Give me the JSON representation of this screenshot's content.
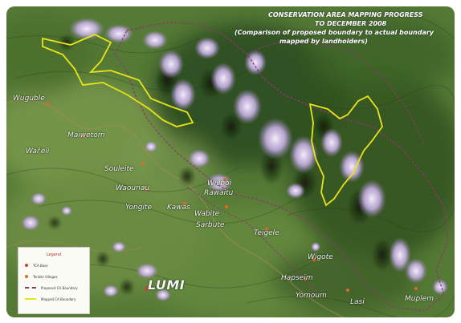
{
  "title": {
    "line1": "CONSERVATION AREA MAPPING PROGRESS",
    "line2": "TO DECEMBER 2008",
    "line3": "(Comparison of proposed boundary to actual boundary",
    "line4": "mapped by landholders)"
  },
  "places": [
    {
      "id": "wuguble",
      "name": "Wuguble"
    },
    {
      "id": "maiwetom",
      "name": "Maiwetom"
    },
    {
      "id": "waieli",
      "name": "Wai'eli"
    },
    {
      "id": "souleite",
      "name": "Souleite"
    },
    {
      "id": "waounau",
      "name": "Waounau"
    },
    {
      "id": "yongite",
      "name": "Yongite"
    },
    {
      "id": "kawas",
      "name": "Kawas"
    },
    {
      "id": "wiliboi",
      "name": "Wiliboi"
    },
    {
      "id": "rawaitu",
      "name": "Rawaitu"
    },
    {
      "id": "wabite",
      "name": "Wabite"
    },
    {
      "id": "sarbute",
      "name": "Sarbute"
    },
    {
      "id": "teigele",
      "name": "Teigele"
    },
    {
      "id": "wigote",
      "name": "Wigote"
    },
    {
      "id": "hapseim",
      "name": "Hapseim"
    },
    {
      "id": "yomoum",
      "name": "Yomoum"
    },
    {
      "id": "lasi",
      "name": "Lasi"
    },
    {
      "id": "muplem",
      "name": "Muplem"
    },
    {
      "id": "lumi",
      "name": "LUMI"
    }
  ],
  "legend": {
    "title": "Legend",
    "items": [
      {
        "label": "TCA Base",
        "color": "#d23c3c",
        "kind": "dot"
      },
      {
        "label": "Tenkile Villages",
        "color": "#e06a2a",
        "kind": "dot"
      },
      {
        "label": "Proposed CA Boundary",
        "color": "#8a3a6a",
        "kind": "dashed"
      },
      {
        "label": "Mapped CA Boundary",
        "color": "#e8e41a",
        "kind": "solid"
      }
    ]
  },
  "colors": {
    "proposed_boundary": "#8a3a6a",
    "mapped_boundary": "#e8e41a",
    "forest": "#4e7a32",
    "cloud": "#d9c4ee"
  }
}
